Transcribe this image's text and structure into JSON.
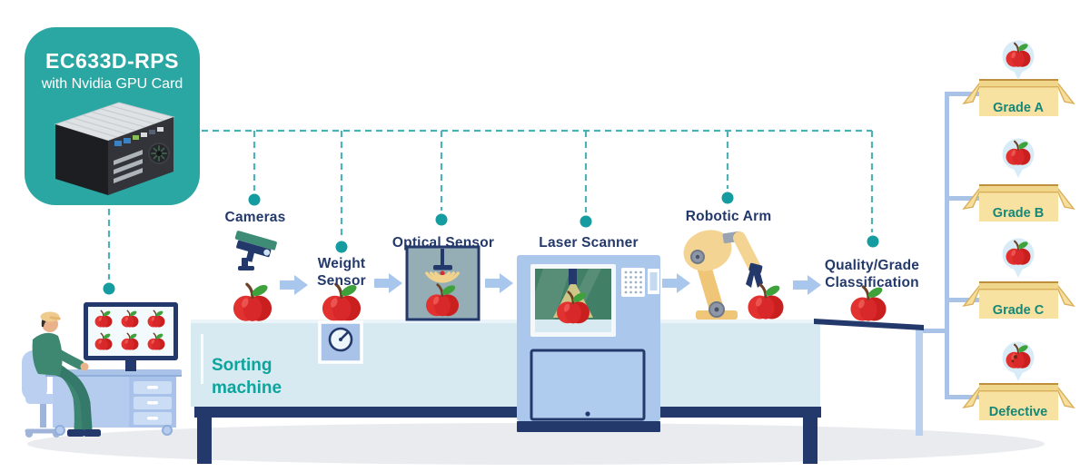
{
  "device_card": {
    "title": "EC633D-RPS",
    "subtitle": "with Nvidia GPU Card"
  },
  "stations": [
    {
      "id": "cameras",
      "label": "Cameras",
      "icon": "cctv-camera-icon"
    },
    {
      "id": "weight",
      "label": "Weight\nSensor",
      "icon": "weight-gauge-icon"
    },
    {
      "id": "optical",
      "label": "Optical Sensor",
      "icon": "optical-sensor-icon"
    },
    {
      "id": "laser",
      "label": "Laser Scanner",
      "icon": "laser-scanner-machine"
    },
    {
      "id": "robotic",
      "label": "Robotic Arm",
      "icon": "robotic-arm-icon"
    },
    {
      "id": "quality",
      "label": "Quality/Grade\nClassification",
      "icon": "grading-table"
    }
  ],
  "machine": {
    "label": "Sorting\nmachine"
  },
  "grades": [
    {
      "label": "Grade A",
      "apple": "normal"
    },
    {
      "label": "Grade B",
      "apple": "normal"
    },
    {
      "label": "Grade C",
      "apple": "normal"
    },
    {
      "label": "Defective",
      "apple": "defective"
    }
  ],
  "colors": {
    "accent_teal": "#2aa7a2",
    "machine_label_teal": "#0ca49c",
    "navy": "#24396b",
    "dashed_line_teal": "#4fb0b5",
    "dot_teal": "#149ca0",
    "arrow_blue": "#a9c6ed",
    "belt_blue": "#d7e9f1",
    "machine_periwinkle": "#abc7eb",
    "optical_gray": "#95adb5",
    "box_tan": "#f7e2a2",
    "grade_text_green": "#168677",
    "apple_red": "#d8282a",
    "connector_blue": "#a9c3e8",
    "ground_gray": "#e9ebef"
  }
}
